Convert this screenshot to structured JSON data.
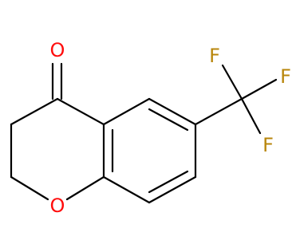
{
  "molecule": {
    "atoms": {
      "O_carbonyl": {
        "symbol": "O",
        "color": "#ff0d0d"
      },
      "O_ring": {
        "symbol": "O",
        "color": "#ff0d0d"
      },
      "F1": {
        "symbol": "F",
        "color": "#b8860b"
      },
      "F2": {
        "symbol": "F",
        "color": "#b8860b"
      },
      "F3": {
        "symbol": "F",
        "color": "#b8860b"
      }
    },
    "colors": {
      "bond": "#000000",
      "oxygen": "#ff0d0d",
      "fluorine": "#b8860b"
    }
  }
}
